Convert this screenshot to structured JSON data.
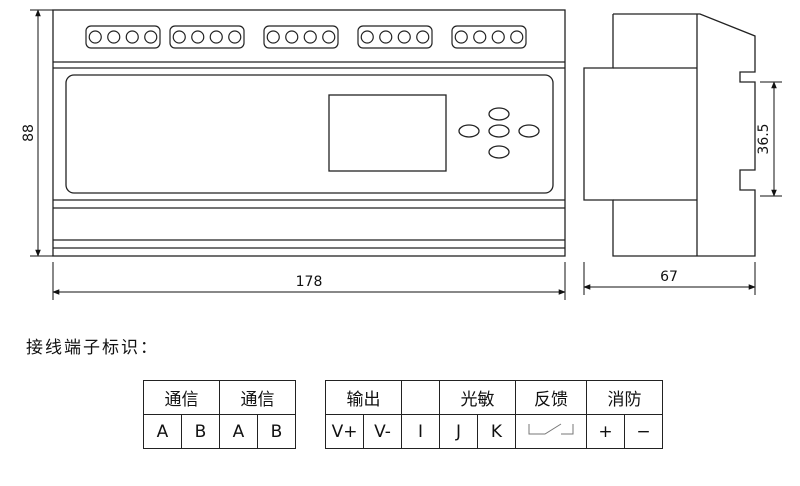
{
  "dimensions": {
    "front_width": "178",
    "front_height": "88",
    "side_width": "67",
    "rail_height": "36.5"
  },
  "caption": "接线端子标识：",
  "table_left": {
    "headers": [
      "通信",
      "通信"
    ],
    "cells": [
      "A",
      "B",
      "A",
      "B"
    ]
  },
  "table_right": {
    "headers": [
      "输出",
      "",
      "光敏",
      "反馈",
      "消防"
    ],
    "cells": [
      "V+",
      "V-",
      "I",
      "J",
      "K",
      "",
      "+",
      "−"
    ]
  }
}
